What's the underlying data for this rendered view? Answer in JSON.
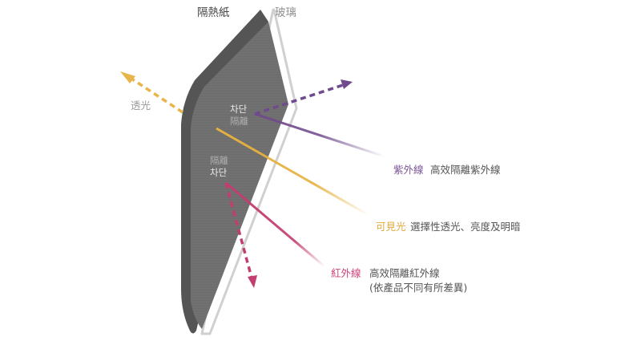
{
  "labels": {
    "film": "隔熱紙",
    "glass": "玻璃",
    "transmitted": "透光",
    "film_tag_upper": [
      "차단",
      "隔離"
    ],
    "film_tag_lower": [
      "隔離",
      "차단"
    ]
  },
  "rays": [
    {
      "id": "uv",
      "name": "紫外線",
      "description": "高效隔離紫外線",
      "color": "#6f4a8c"
    },
    {
      "id": "visible",
      "name": "可見光",
      "description": "選擇性透光、亮度及明暗",
      "color": "#e5b13f"
    },
    {
      "id": "infrared",
      "name": "紅外線",
      "description": "高效隔離紅外線",
      "note": "(依產品不同有所差異)",
      "color": "#c23d70"
    }
  ],
  "colors": {
    "film_dark": "#555555",
    "film_face": "#737373",
    "glass_outline": "#d0d0d0",
    "transmitted_ray": "#e8b54b"
  }
}
